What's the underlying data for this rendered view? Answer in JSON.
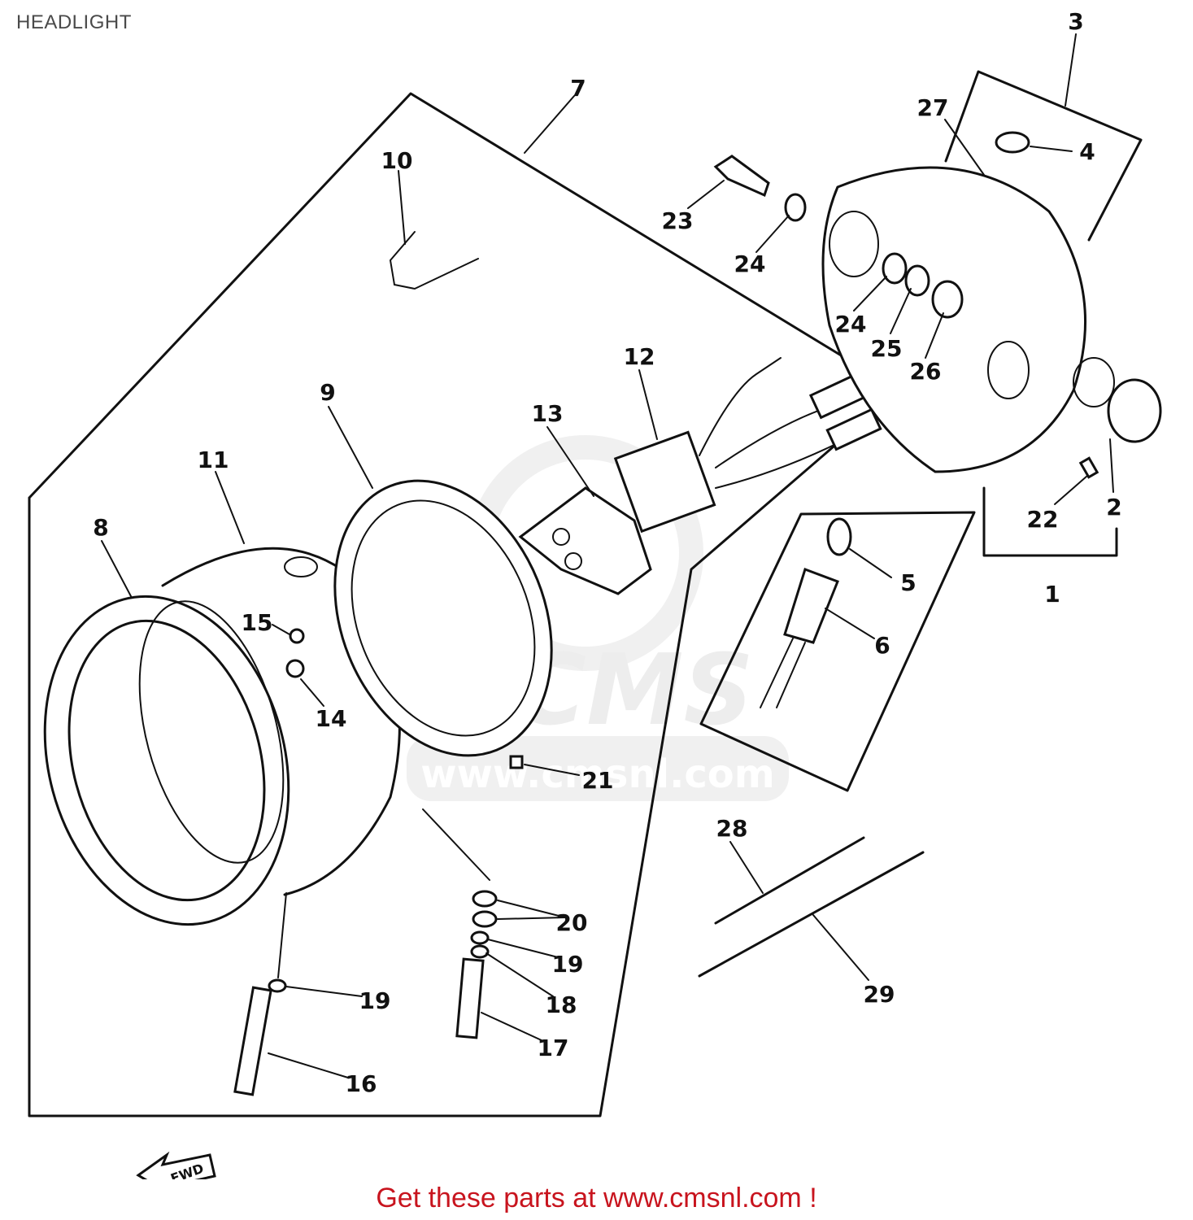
{
  "page": {
    "title": "HEADLIGHT",
    "footer": "Get these parts at www.cmsnl.com !"
  },
  "fwd_arrow": {
    "label": "FWD"
  },
  "watermark": {
    "brand": "CMS",
    "url": "www.cmsnl.com"
  },
  "callouts": [
    {
      "id": "1",
      "text": "1"
    },
    {
      "id": "2",
      "text": "2"
    },
    {
      "id": "3",
      "text": "3"
    },
    {
      "id": "4",
      "text": "4"
    },
    {
      "id": "5",
      "text": "5"
    },
    {
      "id": "6",
      "text": "6"
    },
    {
      "id": "7",
      "text": "7"
    },
    {
      "id": "8",
      "text": "8"
    },
    {
      "id": "9",
      "text": "9"
    },
    {
      "id": "10",
      "text": "10"
    },
    {
      "id": "11",
      "text": "11"
    },
    {
      "id": "12",
      "text": "12"
    },
    {
      "id": "13",
      "text": "13"
    },
    {
      "id": "14",
      "text": "14"
    },
    {
      "id": "15",
      "text": "15"
    },
    {
      "id": "16",
      "text": "16"
    },
    {
      "id": "17",
      "text": "17"
    },
    {
      "id": "18",
      "text": "18"
    },
    {
      "id": "19a",
      "text": "19"
    },
    {
      "id": "19b",
      "text": "19"
    },
    {
      "id": "20",
      "text": "20"
    },
    {
      "id": "21",
      "text": "21"
    },
    {
      "id": "22",
      "text": "22"
    },
    {
      "id": "23",
      "text": "23"
    },
    {
      "id": "24a",
      "text": "24"
    },
    {
      "id": "24b",
      "text": "24"
    },
    {
      "id": "25",
      "text": "25"
    },
    {
      "id": "26",
      "text": "26"
    },
    {
      "id": "27",
      "text": "27"
    },
    {
      "id": "28",
      "text": "28"
    },
    {
      "id": "29",
      "text": "29"
    }
  ]
}
